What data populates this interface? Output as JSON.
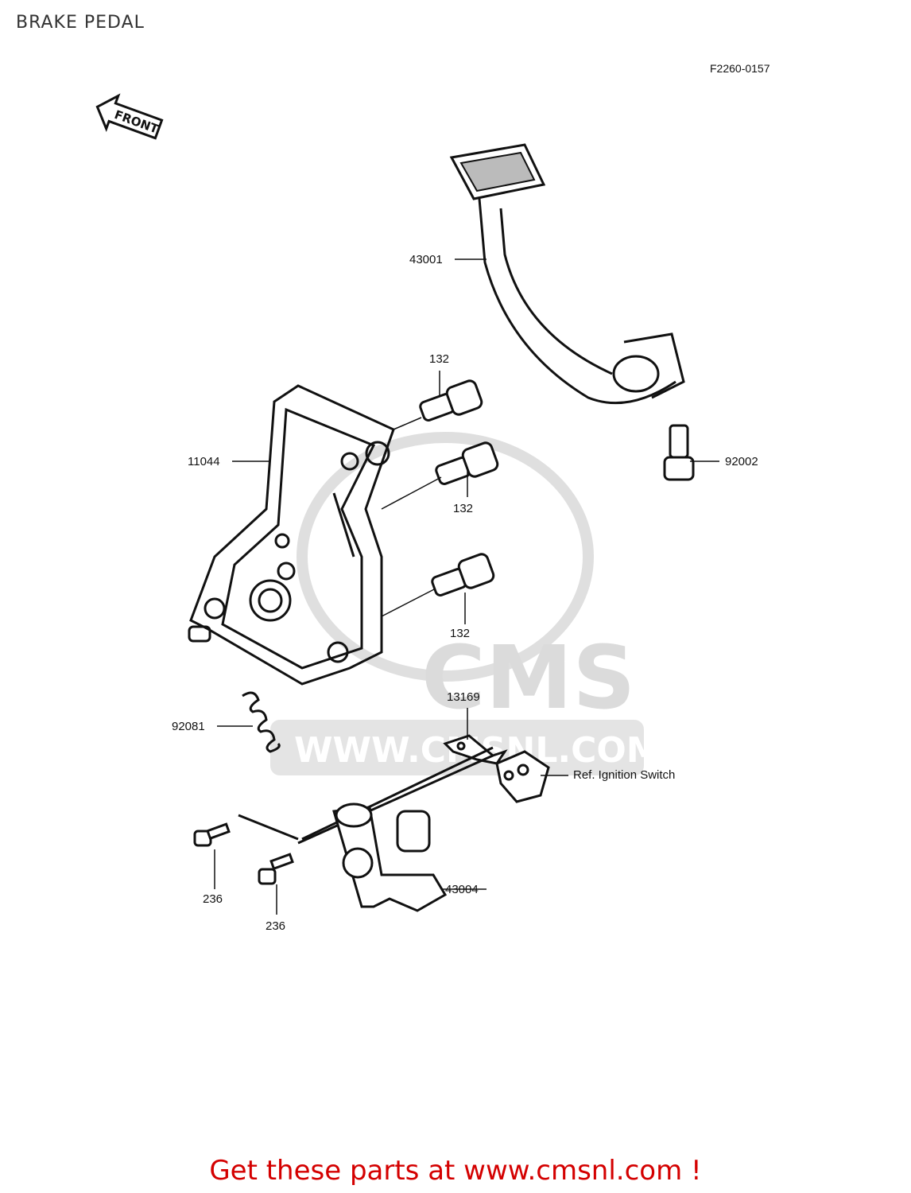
{
  "title": "BRAKE PEDAL",
  "figure_code": "F2260-0157",
  "front_arrow": "FRONT",
  "watermark": {
    "brand": "CMS",
    "url": "WWW.CMSNL.COM"
  },
  "parts": {
    "p43001": "43001",
    "p132a": "132",
    "p132b": "132",
    "p132c": "132",
    "p11044": "11044",
    "p92002": "92002",
    "p92081": "92081",
    "p13169": "13169",
    "ref_ignition": "Ref. Ignition Switch",
    "p236a": "236",
    "p236b": "236",
    "p43004": "43004"
  },
  "footer": "Get these parts at www.cmsnl.com !"
}
